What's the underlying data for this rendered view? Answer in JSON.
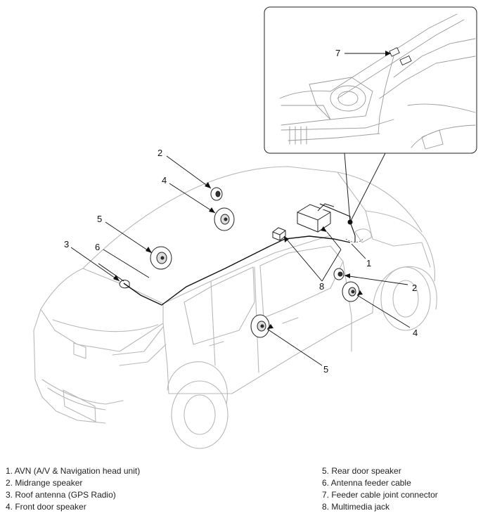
{
  "callouts": {
    "c1": "1",
    "c2a": "2",
    "c2b": "2",
    "c3": "3",
    "c4a": "4",
    "c4b": "4",
    "c5a": "5",
    "c5b": "5",
    "c6": "6",
    "c7": "7",
    "c8": "8"
  },
  "legend": {
    "left": [
      "1. AVN (A/V & Navigation head unit)",
      "2. Midrange speaker",
      "3. Roof antenna (GPS Radio)",
      "4. Front door speaker"
    ],
    "right": [
      "5. Rear door speaker",
      "6. Antenna feeder cable",
      "7. Feeder cable joint connector",
      "8. Multimedia jack"
    ]
  }
}
